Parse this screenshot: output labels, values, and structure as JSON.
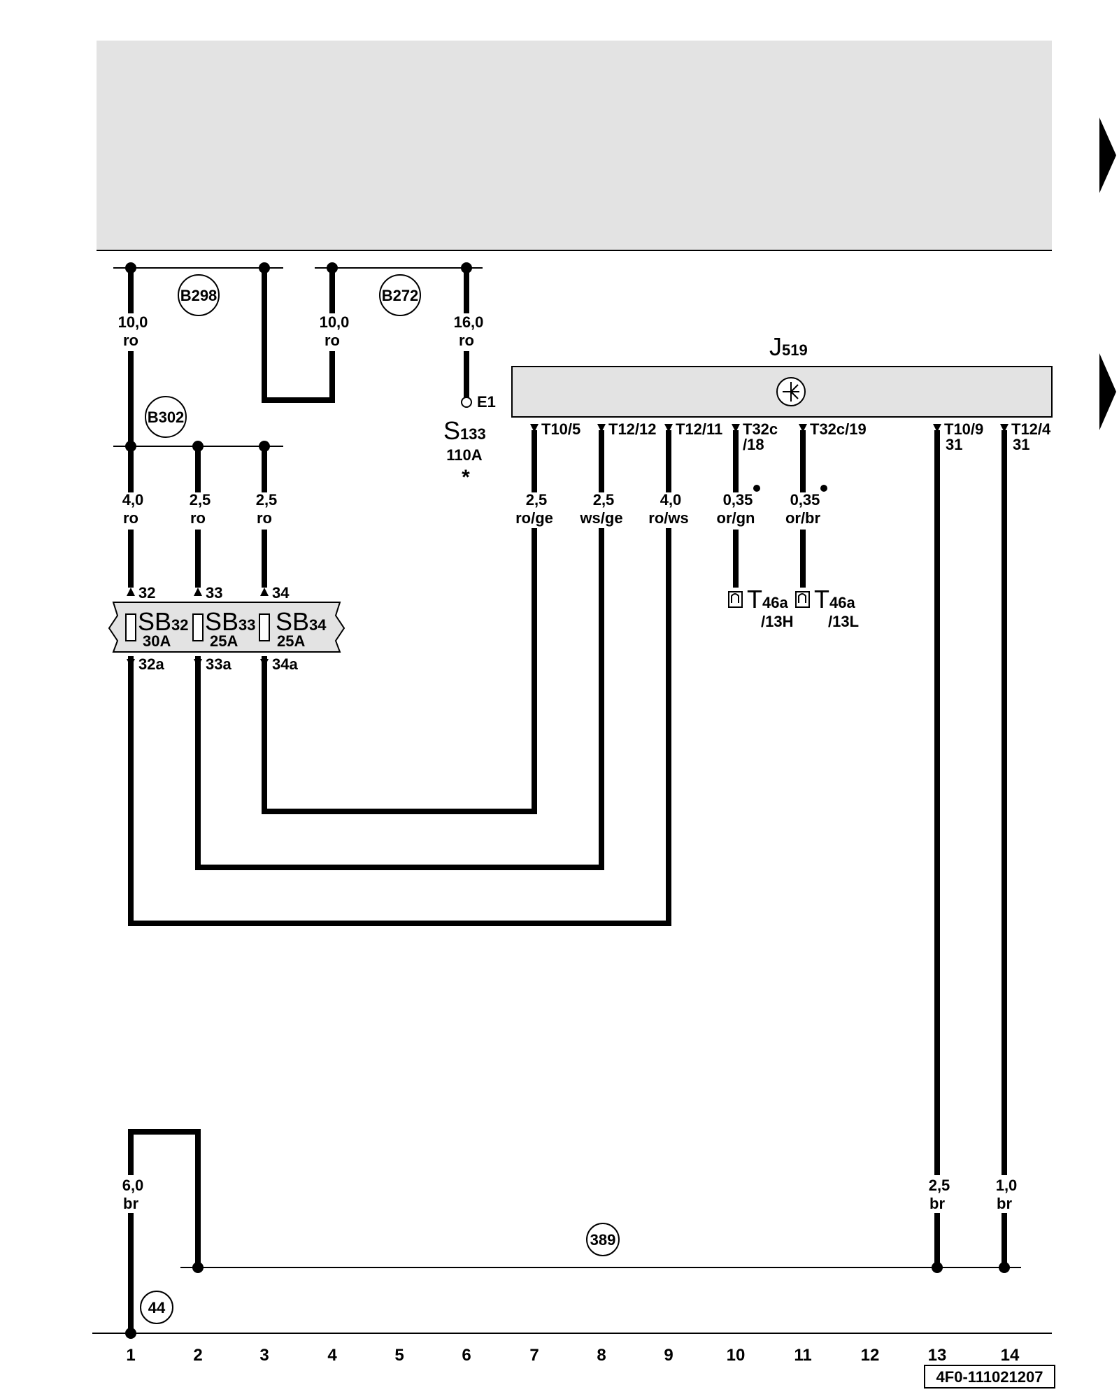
{
  "diagram_id": "4F0-111021207",
  "ground_rail_numbers": [
    "1",
    "2",
    "3",
    "4",
    "5",
    "6",
    "7",
    "8",
    "9",
    "10",
    "11",
    "12",
    "13",
    "14"
  ],
  "connection_circles": {
    "b298": "B298",
    "b272": "B272",
    "b302": "B302",
    "c389": "389",
    "c44": "44"
  },
  "wires": {
    "w1_top": {
      "size": "10,0",
      "color": "ro"
    },
    "w4_top": {
      "size": "10,0",
      "color": "ro"
    },
    "w6_top": {
      "size": "16,0",
      "color": "ro"
    },
    "w1_mid": {
      "size": "4,0",
      "color": "ro"
    },
    "w2_mid": {
      "size": "2,5",
      "color": "ro"
    },
    "w3_mid": {
      "size": "2,5",
      "color": "ro"
    },
    "w7": {
      "size": "2,5",
      "color": "ro/ge"
    },
    "w8": {
      "size": "2,5",
      "color": "ws/ge"
    },
    "w9": {
      "size": "4,0",
      "color": "ro/ws"
    },
    "w10": {
      "size": "0,35",
      "color": "or/gn"
    },
    "w11": {
      "size": "0,35",
      "color": "or/br"
    },
    "w1_bot": {
      "size": "6,0",
      "color": "br"
    },
    "w13": {
      "size": "2,5",
      "color": "br"
    },
    "w14": {
      "size": "1,0",
      "color": "br"
    }
  },
  "s133": {
    "letter": "S",
    "index": "133",
    "rating": "110A",
    "mark": "*",
    "terminal": "E1"
  },
  "j519": {
    "letter": "J",
    "index": "519"
  },
  "j519_pins": {
    "p7": "T10/5",
    "p8": "T12/12",
    "p9": "T12/11",
    "p10a": "T32c",
    "p10b": "/18",
    "p11": "T32c/19",
    "p13a": "T10/9",
    "p13b": "31",
    "p14a": "T12/4",
    "p14b": "31"
  },
  "fuses": [
    {
      "letter": "SB",
      "index": "32",
      "rating": "30A",
      "in": "32",
      "out": "32a"
    },
    {
      "letter": "SB",
      "index": "33",
      "rating": "25A",
      "in": "33",
      "out": "33a"
    },
    {
      "letter": "SB",
      "index": "34",
      "rating": "25A",
      "in": "34",
      "out": "34a"
    }
  ],
  "t46a": [
    {
      "letter": "T",
      "index": "46a",
      "pin": "/13H"
    },
    {
      "letter": "T",
      "index": "46a",
      "pin": "/13L"
    }
  ]
}
